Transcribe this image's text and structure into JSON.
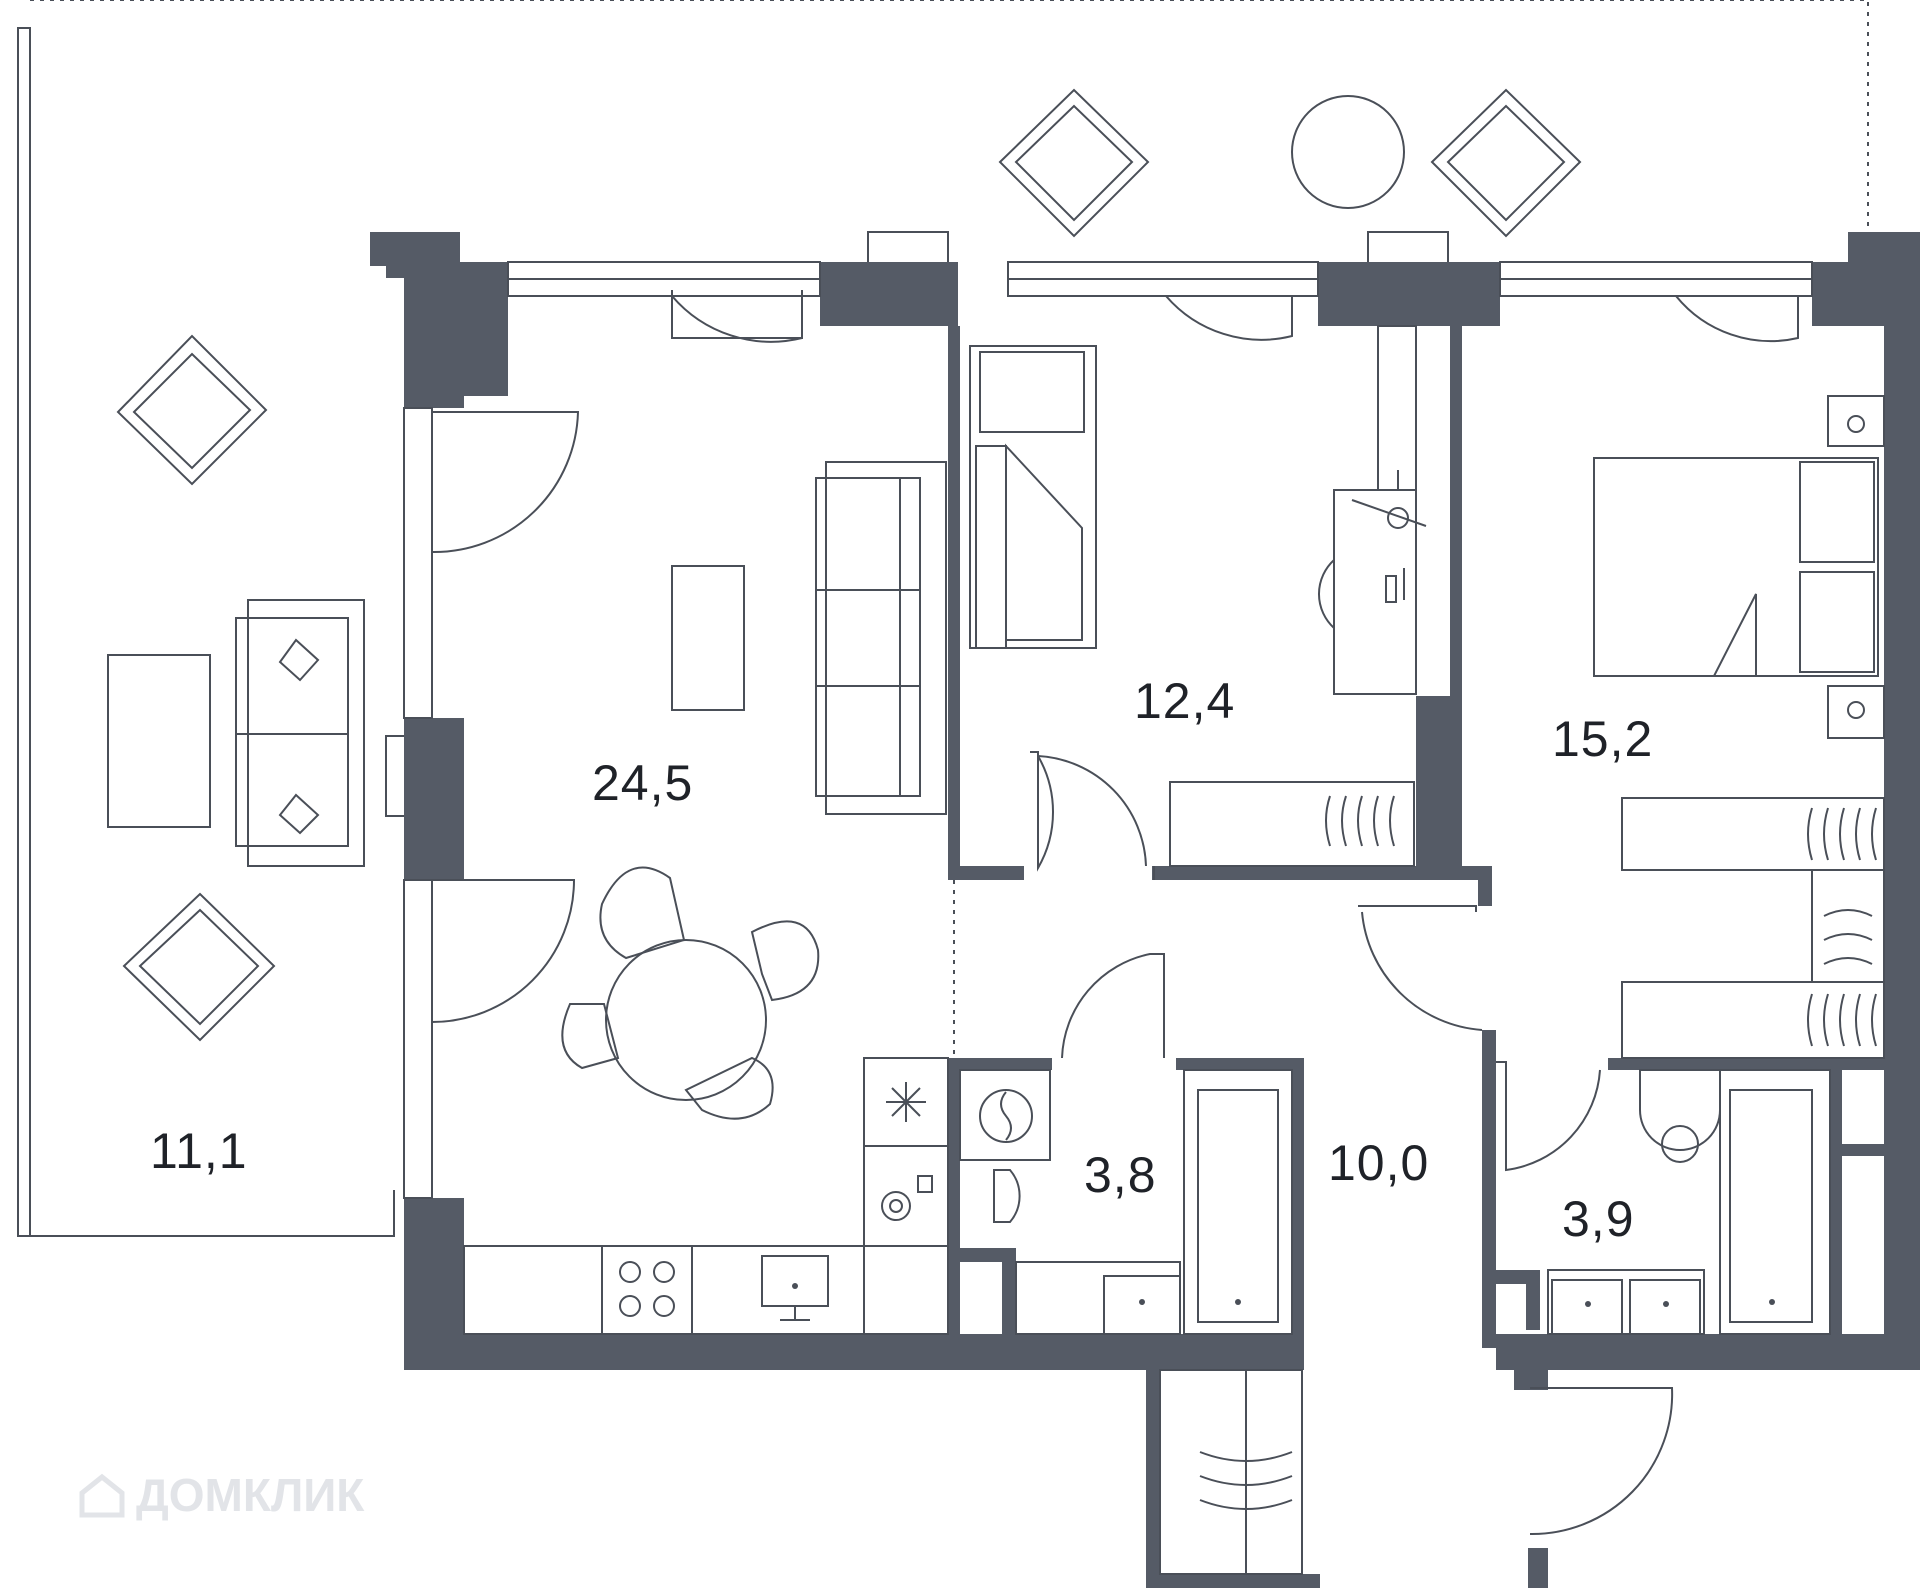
{
  "plan": {
    "colors": {
      "wall": "#555b66",
      "line": "#4a4f58",
      "watermark": "#e2e4e8"
    },
    "rooms": [
      {
        "id": "terrace",
        "area": "11,1"
      },
      {
        "id": "living-kitchen",
        "area": "24,5"
      },
      {
        "id": "bedroom-1",
        "area": "12,4"
      },
      {
        "id": "bedroom-2",
        "area": "15,2"
      },
      {
        "id": "hallway",
        "area": "10,0"
      },
      {
        "id": "bathroom-1",
        "area": "3,8"
      },
      {
        "id": "bathroom-2",
        "area": "3,9"
      }
    ],
    "watermark": {
      "text": "ДОМКЛИК",
      "icon": "house-logo-icon"
    }
  }
}
